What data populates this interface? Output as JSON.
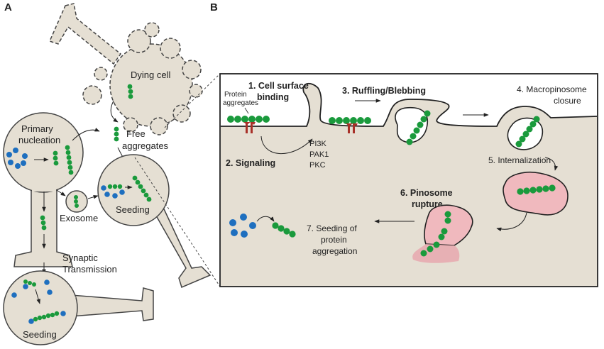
{
  "panels": {
    "a": "A",
    "b": "B"
  },
  "panel_a": {
    "dying_cell": "Dying cell",
    "free_aggregates": [
      "Free",
      "aggregates"
    ],
    "primary_nucleation": [
      "Primary",
      "nucleation"
    ],
    "exosome": "Exosome",
    "seeding_right": "Seeding",
    "synaptic_transmission": [
      "Synaptic",
      "Transmission"
    ],
    "seeding_bottom": "Seeding"
  },
  "panel_b": {
    "protein_aggregates": [
      "Protein",
      "aggregates"
    ],
    "step1": [
      "1. Cell surface",
      "binding"
    ],
    "step2": "2. Signaling",
    "kinases": [
      "PI3K",
      "PAK1",
      "PKC"
    ],
    "step3": "3. Ruffling/Blebbing",
    "step4": [
      "4. Macropinosome",
      "closure"
    ],
    "step5": "5. Internalization",
    "step6": [
      "6. Pinosome",
      "rupture"
    ],
    "step7": [
      "7. Seeding of",
      "protein",
      "aggregation"
    ]
  },
  "colors": {
    "cell_fill": "#e5dfd3",
    "aggregate_green": "#1a9a3c",
    "monomer_blue": "#1e6fbf",
    "receptor_red": "#a83028",
    "pinosome_pink": "#f0b9be"
  }
}
